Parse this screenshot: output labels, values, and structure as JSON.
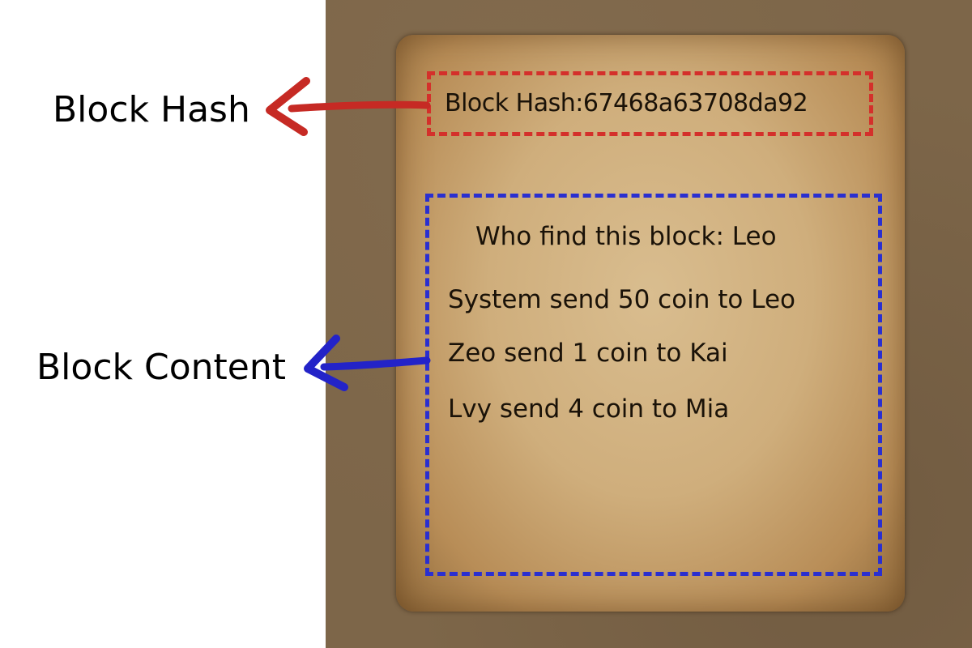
{
  "labels": {
    "block_hash": "Block Hash",
    "block_content": "Block Content"
  },
  "block": {
    "hash_text": "Block Hash:67468a63708da92",
    "finder_text": "Who find this block: Leo",
    "transactions": [
      "System send 50 coin to Leo",
      "Zeo send 1 coin to Kai",
      "Lvy send 4 coin to Mia"
    ]
  },
  "colors": {
    "hash_accent": "#d4302b",
    "content_accent": "#2a2fd0",
    "hash_arrow": "#c62a24",
    "content_arrow": "#2323c8"
  }
}
